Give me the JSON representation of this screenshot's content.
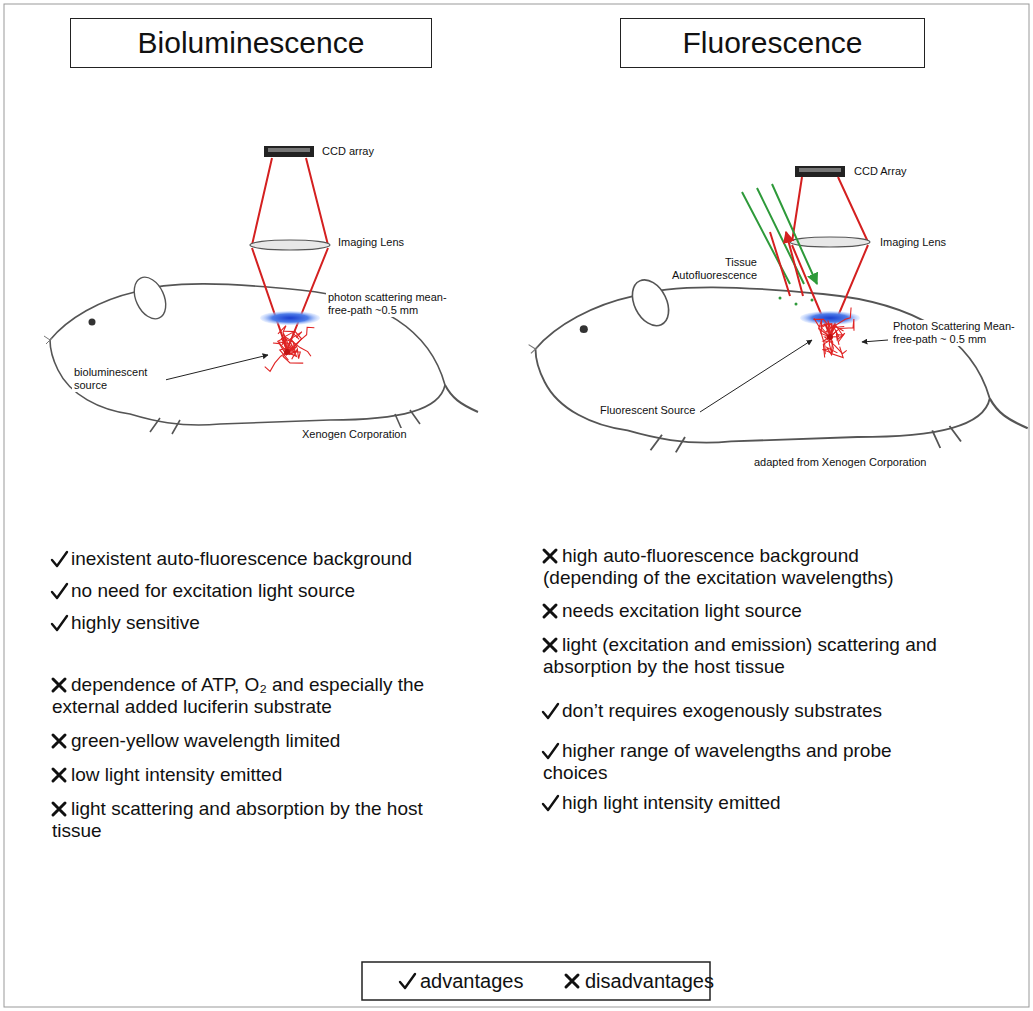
{
  "diagram": {
    "nodes": [
      {
        "text": [
          "Bioluminescence"
        ]
      },
      {
        "text": [
          "Fluorescence"
        ]
      }
    ],
    "labels": [
      "CCD array",
      "Imaging Lens",
      "photon scattering mean-free-path ~0.5 mm",
      "bioluminescent source",
      "Xenogen Corporation",
      "CCD Array",
      "Imaging Lens",
      "Tissue Autofluorescence",
      "Photon Scattering Mean-free-path ~ 0.5 mm",
      "Fluorescent Source",
      "adapted from Xenogen Corporation",
      "inexistent auto-fluorescence background",
      "no need for excitation light source",
      "highly sensitive",
      "dependence of ATP, O₂ and especially the external added luciferin substrate",
      "green-yellow wavelength limited",
      "low light intensity emitted",
      "light scattering and absorption by the host tissue",
      "high auto-fluorescence background (depending of the excitation wavelengths)",
      "needs excitation light source",
      "light (excitation and emission) scattering and absorption by the host tissue",
      "don’t requires exogenously substrates",
      "higher range of wavelengths and probe choices",
      "high light intensity emitted"
    ],
    "legend": [
      {
        "text": "advantages"
      },
      {
        "text": "disadvantages"
      }
    ]
  }
}
